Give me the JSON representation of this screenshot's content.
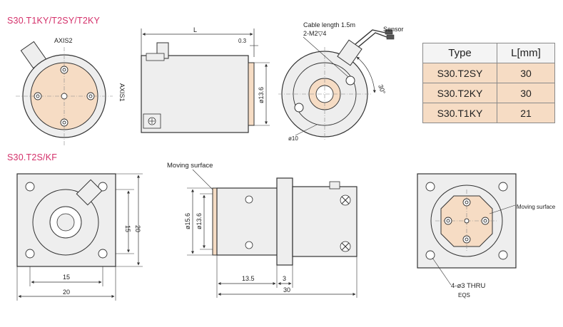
{
  "sections": {
    "top_title": "S30.T1KY/T2SY/T2KY",
    "bottom_title": "S30.T2S/KF"
  },
  "labels": {
    "axis2": "AXIS2",
    "axis1": "AXIS1",
    "length_L": "L",
    "dim_0_3": "0.3",
    "dim_phi13_6": "ø13.6",
    "cable_length": "Cable length 1.5m",
    "sensor": "Sensor",
    "screw": "2-M2▽4",
    "angle_30": "30°",
    "dim_phi10": "ø10",
    "moving_surface": "Moving surface",
    "dim_15_v": "15",
    "dim_20_v": "20",
    "dim_15_h": "15",
    "dim_20_h": "20",
    "dim_phi15_6": "ø15.6",
    "dim_phi13_6_b": "ø13.6",
    "dim_13_5": "13.5",
    "dim_3": "3",
    "dim_30": "30",
    "holes": "4-ø3 THRU",
    "eqs": "EQS",
    "moving_surface_right": "Moving surface"
  },
  "table": {
    "headers": [
      "Type",
      "L[mm]"
    ],
    "rows": [
      {
        "type": "S30.T2SY",
        "length": "30"
      },
      {
        "type": "S30.T2KY",
        "length": "30"
      },
      {
        "type": "S30.T1KY",
        "length": "21"
      }
    ]
  },
  "colors": {
    "title": "#d4306a",
    "stage_fill": "#f6dcc4",
    "body_fill": "#eeeeee",
    "line": "#333333"
  }
}
